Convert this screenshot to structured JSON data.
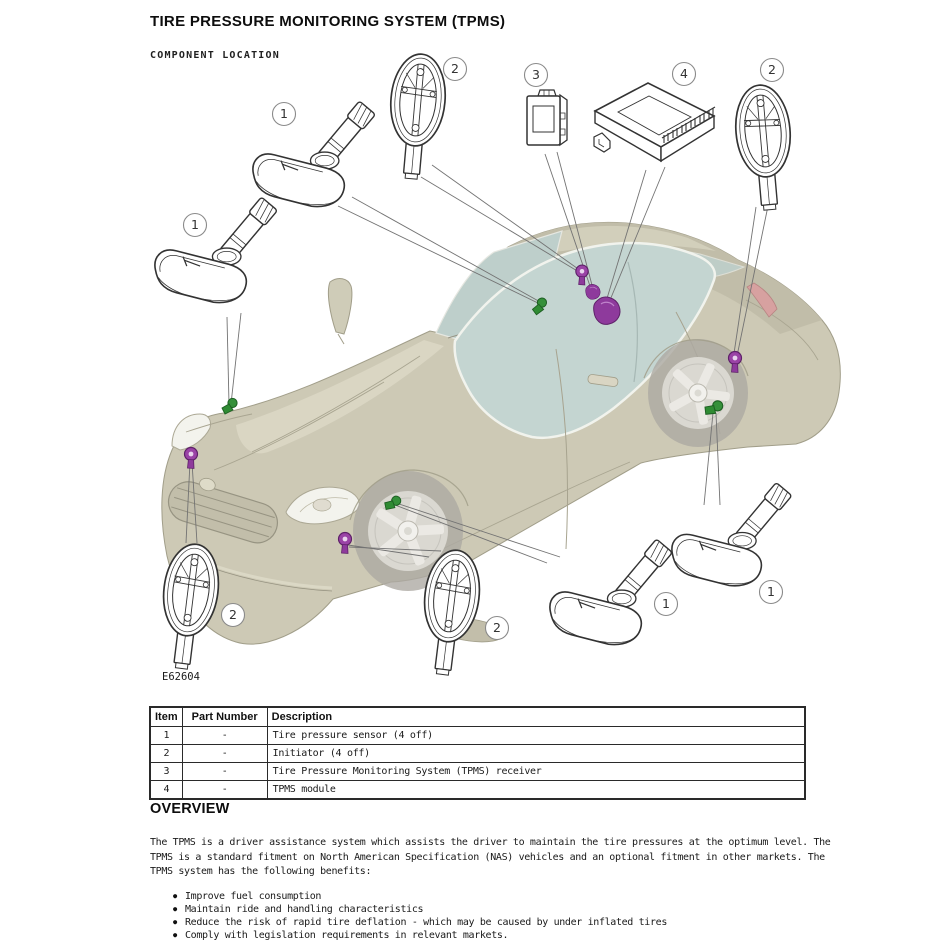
{
  "page": {
    "title": "TIRE PRESSURE MONITORING SYSTEM (TPMS)",
    "section_heading": "COMPONENT LOCATION"
  },
  "diagram": {
    "figure_code": "E62604",
    "callouts": [
      "1",
      "2",
      "3",
      "4",
      "2",
      "1",
      "2",
      "2",
      "1",
      "1"
    ],
    "marker_colors": {
      "tire_pressure_sensor_marker": "#2f8b33",
      "initiator_and_module_marker": "#8e3a9c"
    }
  },
  "table": {
    "headers": [
      "Item",
      "Part Number",
      "Description"
    ],
    "rows": [
      [
        "1",
        "-",
        "Tire pressure sensor (4 off)"
      ],
      [
        "2",
        "-",
        "Initiator (4 off)"
      ],
      [
        "3",
        "-",
        "Tire Pressure Monitoring System (TPMS) receiver"
      ],
      [
        "4",
        "-",
        "TPMS module"
      ]
    ]
  },
  "overview": {
    "heading": "OVERVIEW",
    "paragraph_lines": [
      "The TPMS is a driver assistance system which assists the driver to maintain the tire pressures at the optimum level. The",
      "TPMS is a standard fitment on North American Specification (NAS) vehicles and an optional fitment in other markets. The",
      "TPMS system has the following benefits:"
    ],
    "bullets": [
      "Improve fuel consumption",
      "Maintain ride and handling characteristics",
      "Reduce the risk of rapid tire deflation - which may be caused by under inflated tires",
      "Comply with legislation requirements in relevant markets."
    ]
  }
}
